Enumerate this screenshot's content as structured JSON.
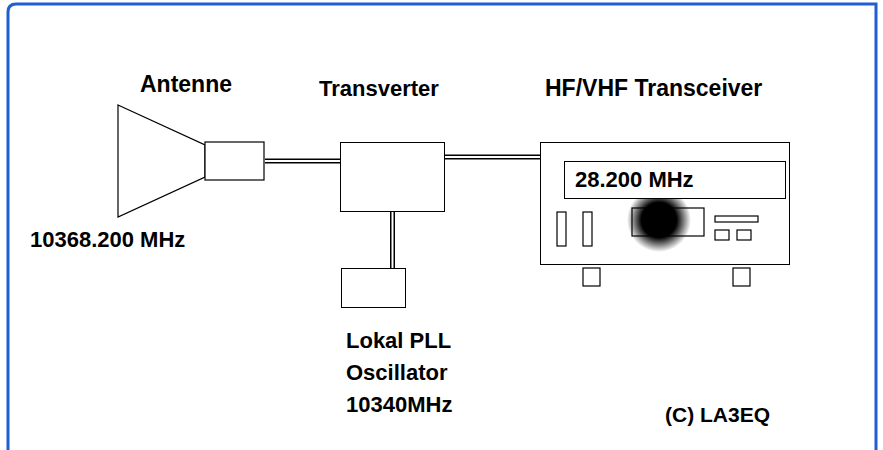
{
  "diagram": {
    "nodes": [
      {
        "text": [
          "Antenne",
          "10368.200 MHz"
        ]
      },
      {
        "text": [
          "Transverter"
        ]
      },
      {
        "text": [
          "HF/VHF Transceiver"
        ]
      },
      {
        "text": [
          "28.200 MHz"
        ],
        "in": 2
      },
      {
        "text": [
          "Lokal PLL Oscillator 10340MHz"
        ]
      }
    ],
    "edges": [
      {
        "from": 0,
        "to": 1,
        "arrow": "none"
      },
      {
        "from": 1,
        "to": 2,
        "arrow": "none"
      },
      {
        "from": 1,
        "to": 4,
        "arrow": "none"
      }
    ],
    "labels": [
      "(C) LA3EQ"
    ]
  }
}
